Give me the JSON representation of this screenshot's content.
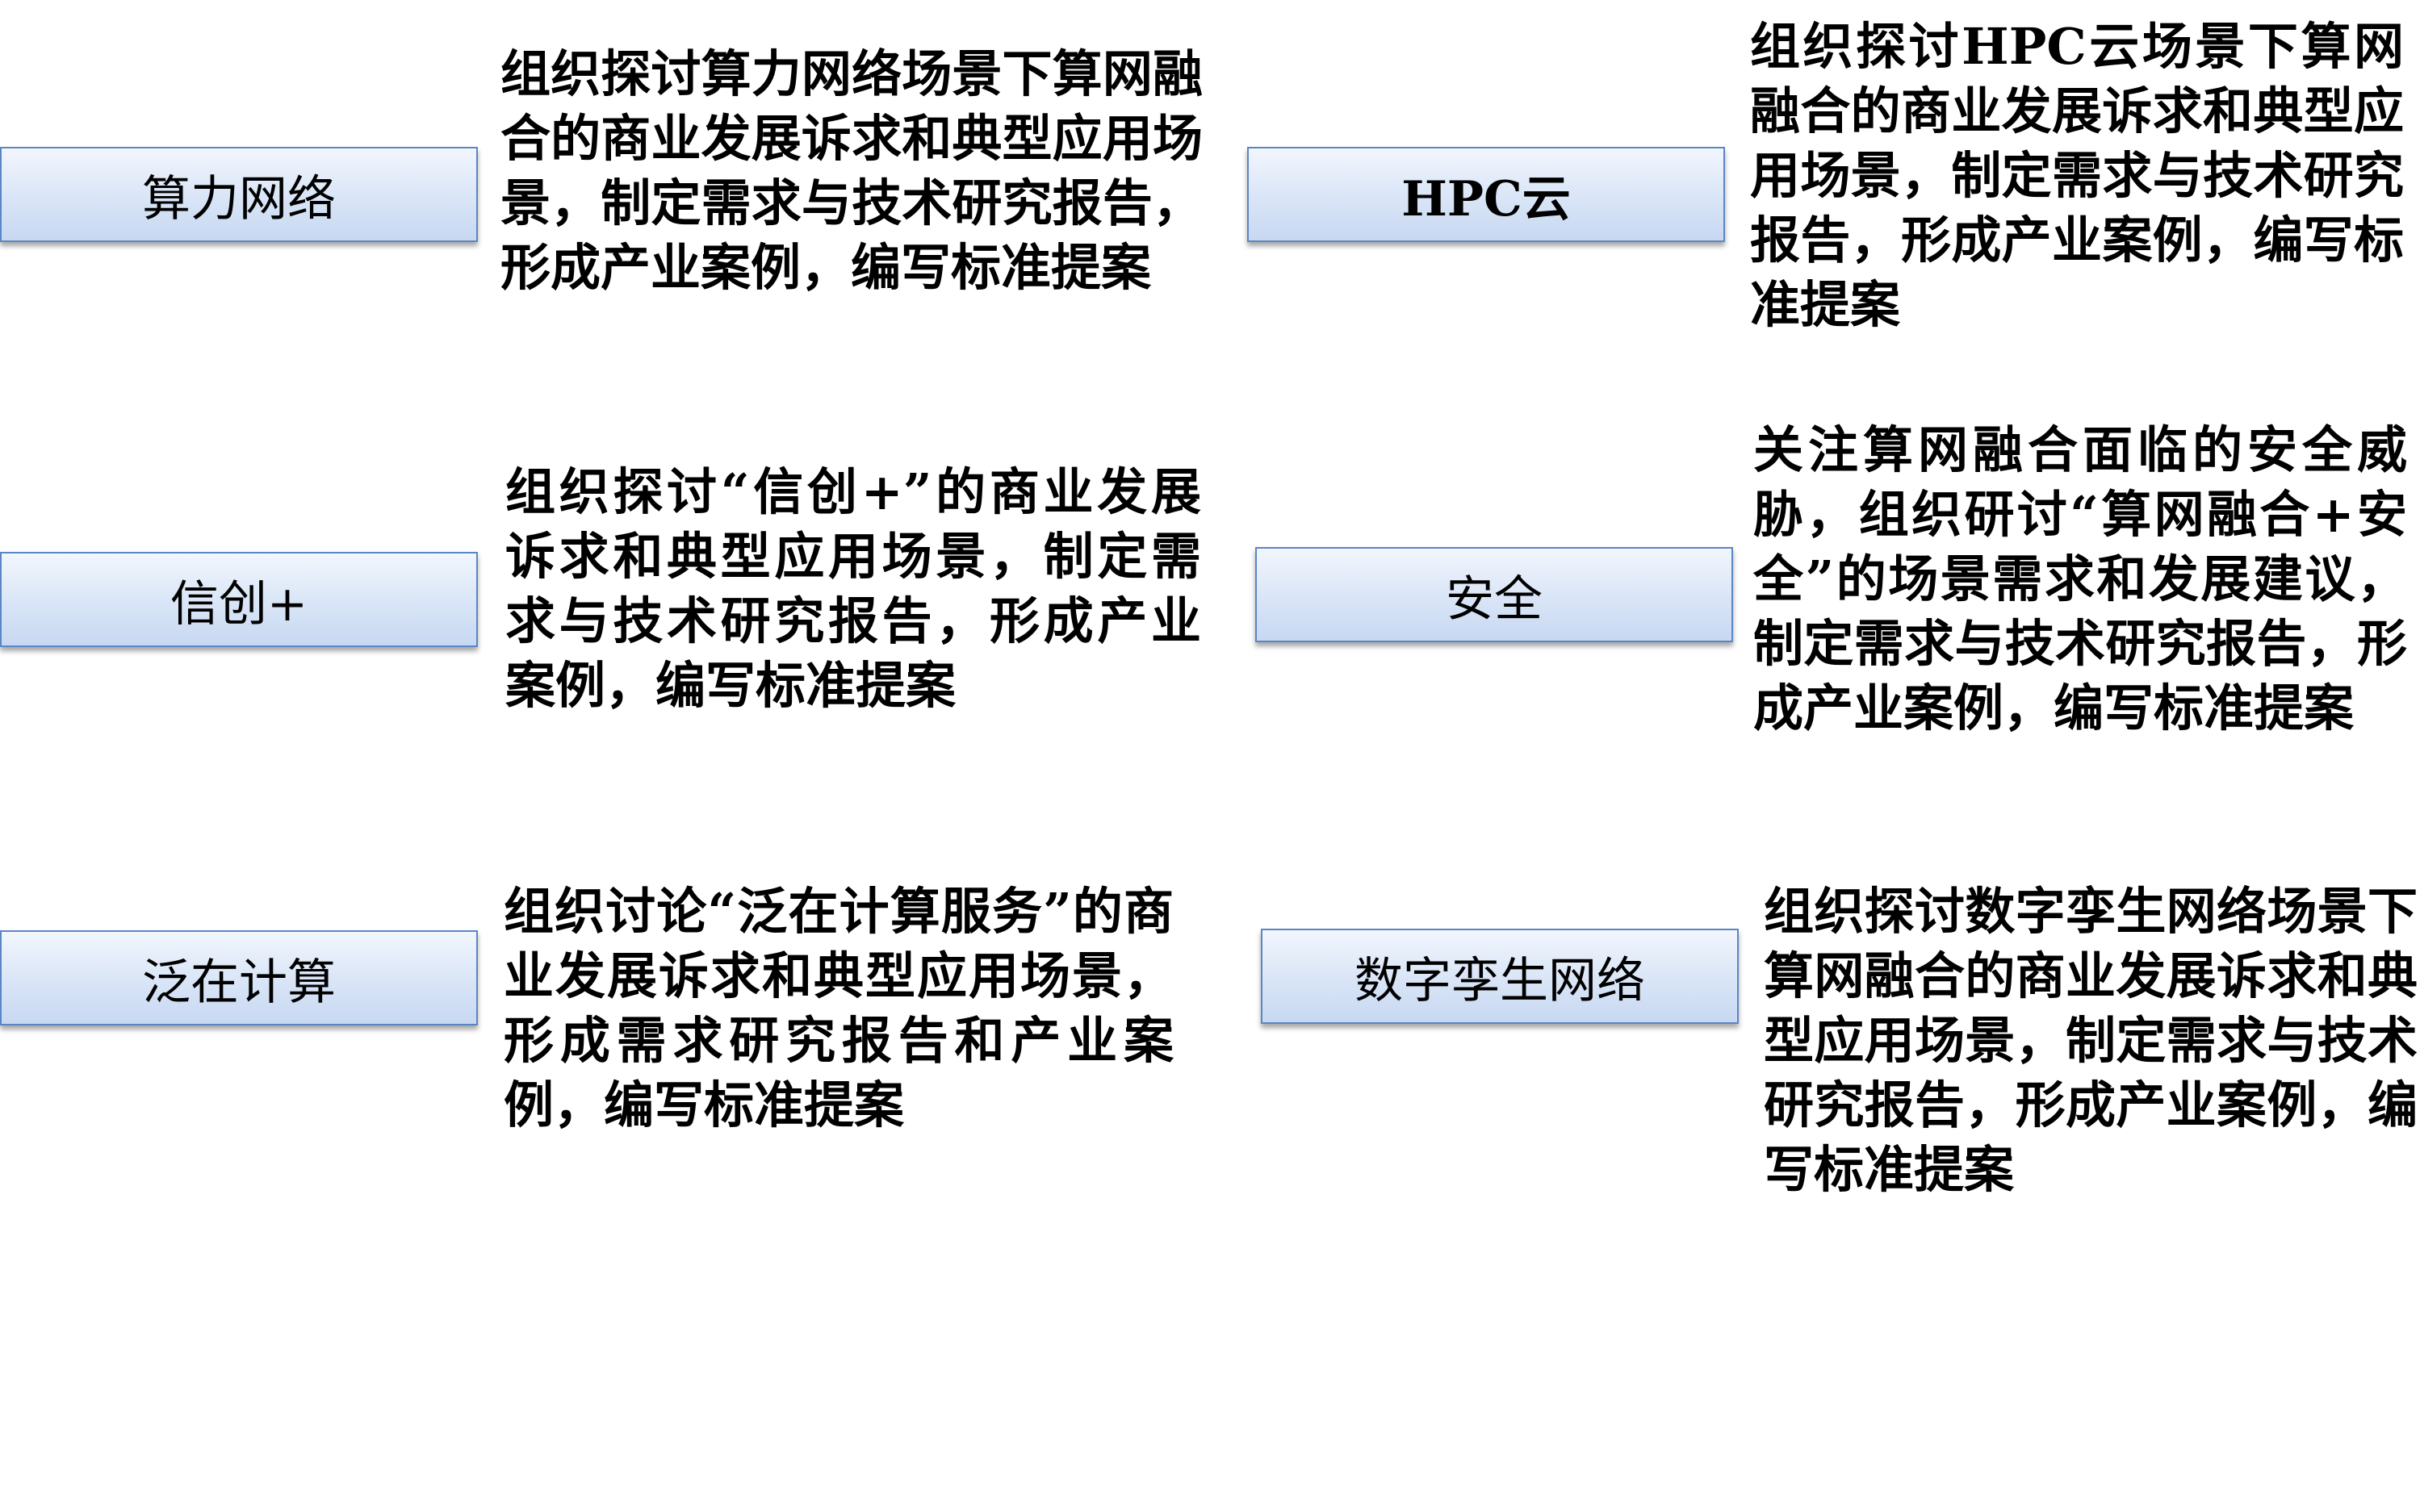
{
  "items": [
    {
      "label": "算力网络",
      "description": "组织探讨算力网络场景下算网融合的商业发展诉求和典型应用场景，制定需求与技术研究报告，形成产业案例，编写标准提案"
    },
    {
      "label": "HPC云",
      "description": "组织探讨HPC云场景下算网融合的商业发展诉求和典型应用场景，制定需求与技术研究报告，形成产业案例，编写标准提案"
    },
    {
      "label": "信创+",
      "description": "组织探讨“信创+”的商业发展诉求和典型应用场景，制定需求与技术研究报告，形成产业案例，编写标准提案"
    },
    {
      "label": "安全",
      "description": "关注算网融合面临的安全威胁，组织研讨“算网融合+安全”的场景需求和发展建议，制定需求与技术研究报告，形成产业案例，编写标准提案"
    },
    {
      "label": "泛在计算",
      "description": "组织讨论“泛在计算服务”的商业发展诉求和典型应用场景，形成需求研究报告和产业案例，编写标准提案"
    },
    {
      "label": "数字孪生网络",
      "description": "组织探讨数字孪生网络场景下算网融合的商业发展诉求和典型应用场景，制定需求与技术研究报告，形成产业案例，编写标准提案"
    }
  ]
}
